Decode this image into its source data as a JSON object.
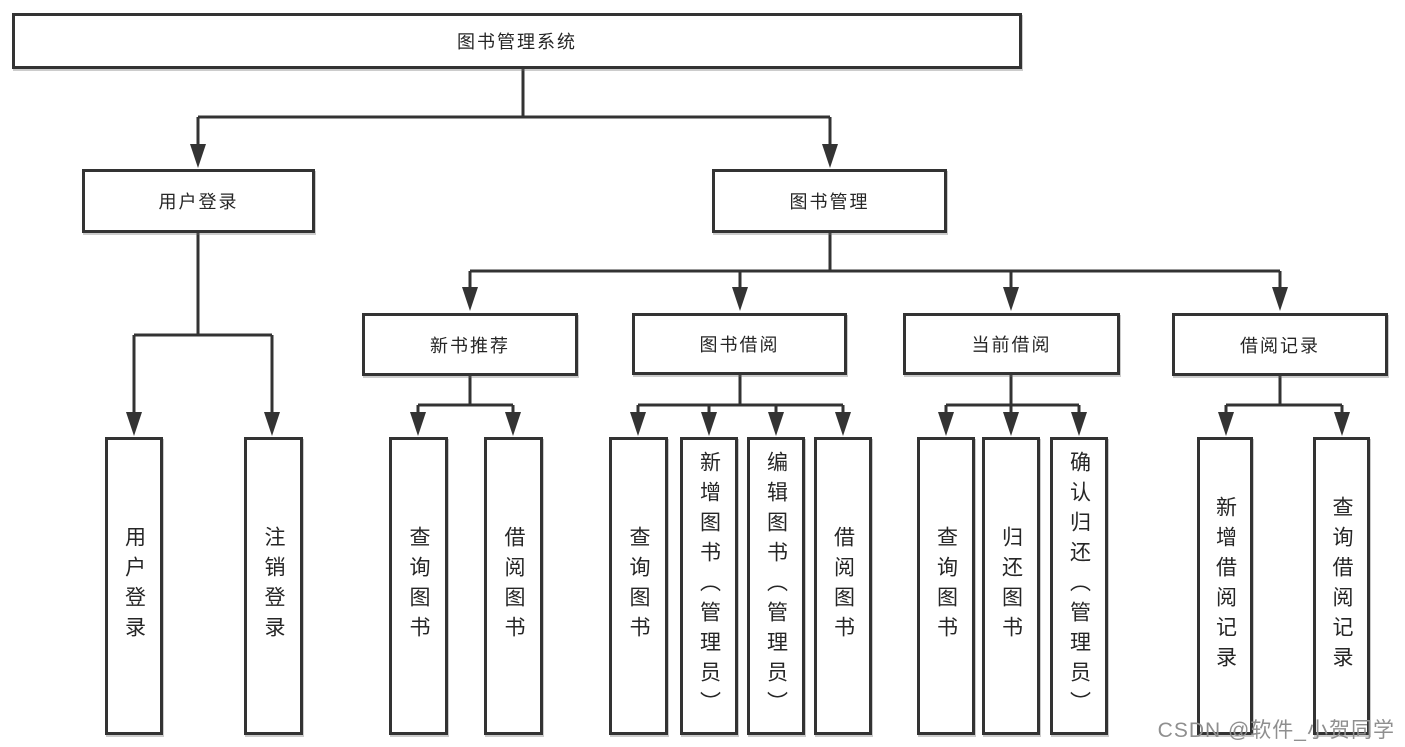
{
  "title": "图书管理系统",
  "watermark": "CSDN @软件_小贺同学",
  "colors": {
    "line": "#333333",
    "box_border": "#333333",
    "box_fill": "#ffffff",
    "text": "#262626",
    "watermark_text": "#8f8f8f",
    "background": "#ffffff"
  },
  "tree": {
    "root": "图书管理系统",
    "branches": {
      "user_login": "用户登录",
      "book_mgmt": "图书管理",
      "new_books": "新书推荐",
      "book_borrow": "图书借阅",
      "current_borrow": "当前借阅",
      "borrow_records": "借阅记录"
    },
    "leaves": {
      "ul_login": "用户登录",
      "ul_logout": "注销登录",
      "nb_query": "查询图书",
      "nb_borrow": "借阅图书",
      "bb_query": "查询图书",
      "bb_add": "新增图书（管理员）",
      "bb_edit": "编辑图书（管理员）",
      "bb_borrow": "借阅图书",
      "cb_query": "查询图书",
      "cb_return": "归还图书",
      "cb_confirm": "确认归还（管理员）",
      "br_add": "新增借阅记录",
      "br_query": "查询借阅记录"
    },
    "hierarchy": {
      "图书管理系统": [
        "用户登录",
        "图书管理"
      ],
      "用户登录": [
        "用户登录",
        "注销登录"
      ],
      "图书管理": [
        "新书推荐",
        "图书借阅",
        "当前借阅",
        "借阅记录"
      ],
      "新书推荐": [
        "查询图书",
        "借阅图书"
      ],
      "图书借阅": [
        "查询图书",
        "新增图书（管理员）",
        "编辑图书（管理员）",
        "借阅图书"
      ],
      "当前借阅": [
        "查询图书",
        "归还图书",
        "确认归还（管理员）"
      ],
      "借阅记录": [
        "新增借阅记录",
        "查询借阅记录"
      ]
    }
  }
}
